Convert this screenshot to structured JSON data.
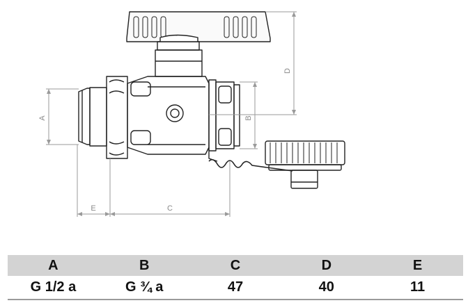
{
  "drawing": {
    "dimension_labels": {
      "a": "A",
      "b": "B",
      "c": "C",
      "d": "D",
      "e": "E"
    }
  },
  "spec_table": {
    "headers": [
      "A",
      "B",
      "C",
      "D",
      "E"
    ],
    "values": [
      "G 1/2 a",
      "G ¾ a",
      "47",
      "40",
      "11"
    ]
  }
}
